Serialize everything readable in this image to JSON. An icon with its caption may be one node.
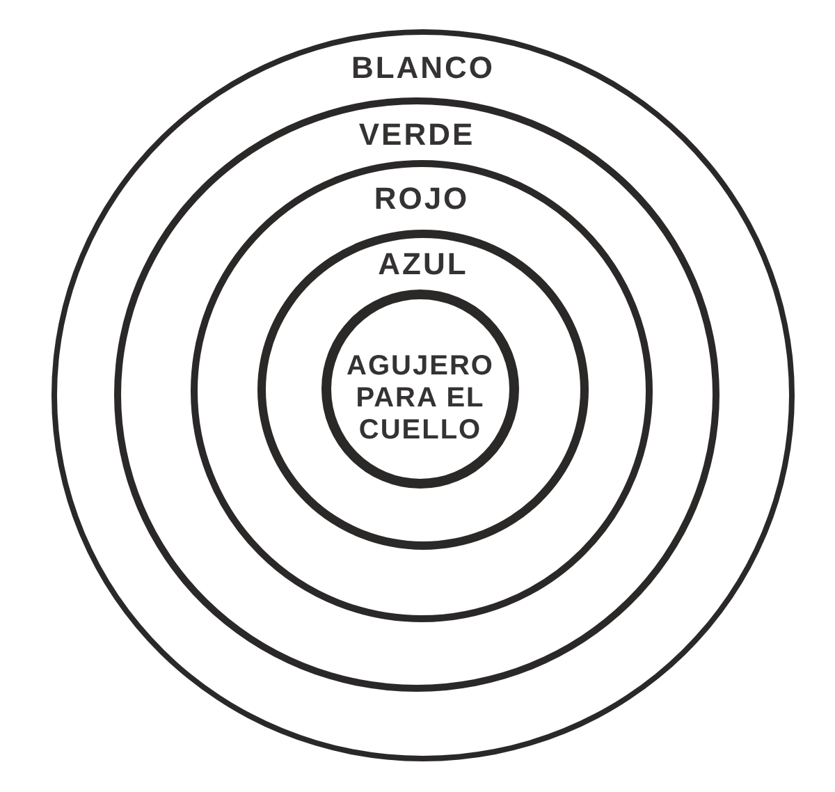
{
  "diagram": {
    "nodes": [
      {
        "text": [
          "BLANCO"
        ]
      },
      {
        "text": [
          "VERDE"
        ],
        "in": 0
      },
      {
        "text": [
          "ROJO"
        ],
        "in": 1
      },
      {
        "text": [
          "AZUL"
        ],
        "in": 2
      },
      {
        "text": [
          "AGUJERO PARA EL CUELLO"
        ],
        "in": 3
      }
    ]
  }
}
